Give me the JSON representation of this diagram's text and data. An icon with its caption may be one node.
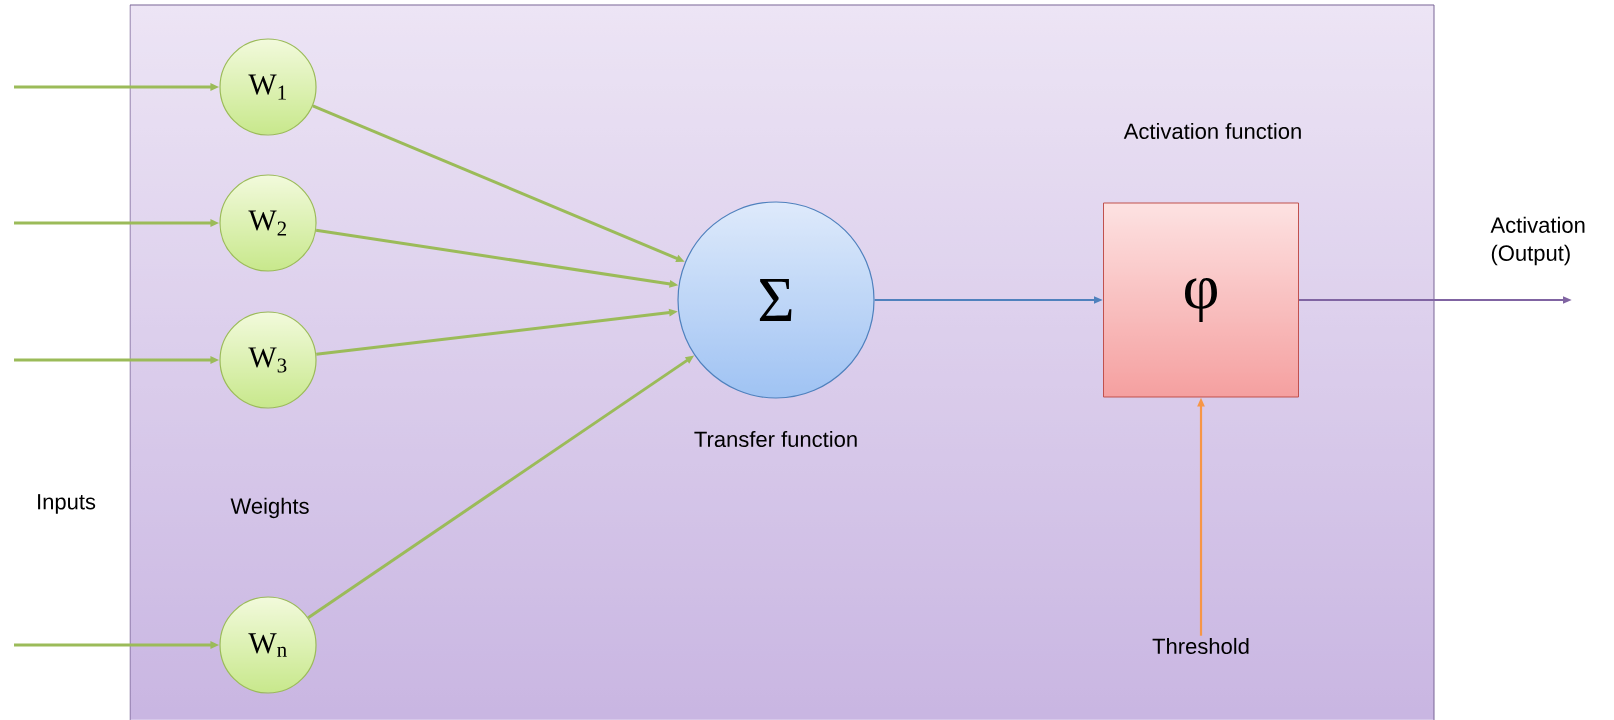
{
  "diagram": {
    "nodes": [
      {
        "text": [
          "W$_{1}$"
        ]
      },
      {
        "text": [
          "W$_{2}$"
        ]
      },
      {
        "text": [
          "W$_{3}$"
        ]
      },
      {
        "text": [
          "W$_{n}$"
        ]
      },
      {
        "text": [
          "Σ"
        ],
        "beside": [
          "Transfer function"
        ]
      },
      {
        "text": [
          "φ"
        ],
        "beside": [
          "Activation function"
        ]
      },
      {
        "text": [
          "Threshold"
        ]
      }
    ],
    "edges": [
      {
        "from": null,
        "to": 0,
        "arrow": "to"
      },
      {
        "from": null,
        "to": 1,
        "arrow": "to"
      },
      {
        "from": null,
        "to": 2,
        "arrow": "to"
      },
      {
        "from": null,
        "to": 3,
        "arrow": "to"
      },
      {
        "from": 0,
        "to": 4,
        "arrow": "to"
      },
      {
        "from": 1,
        "to": 4,
        "arrow": "to"
      },
      {
        "from": 2,
        "to": 4,
        "arrow": "to"
      },
      {
        "from": 3,
        "to": 4,
        "arrow": "to"
      },
      {
        "from": 4,
        "to": 5,
        "arrow": "to",
        "color": "#4f81bd"
      },
      {
        "from": 6,
        "to": 5,
        "arrow": "to",
        "color": "#f79646"
      },
      {
        "from": 5,
        "to": null,
        "arrow": "to",
        "color": "#8064a2"
      }
    ],
    "labels": [
      "Activation (Output)",
      "Inputs",
      "Weights"
    ]
  }
}
